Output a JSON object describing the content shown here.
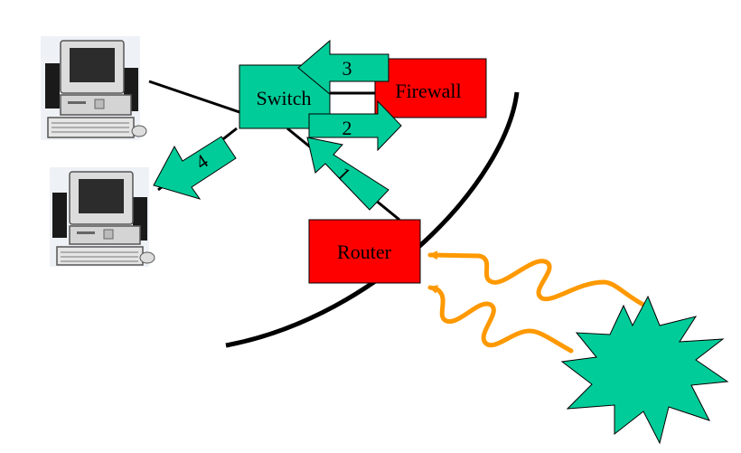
{
  "nodes": {
    "switch": {
      "label": "Switch"
    },
    "firewall": {
      "label": "Firewall"
    },
    "router": {
      "label": "Router"
    }
  },
  "arrows": [
    {
      "label": "1"
    },
    {
      "label": "2"
    },
    {
      "label": "3"
    },
    {
      "label": "4"
    }
  ],
  "colors": {
    "device_fill": "#ff0000",
    "switch_fill": "#00cc99",
    "arrow_fill": "#00cc99",
    "attack_fill": "#00cc99",
    "signal_stroke": "#ff9900",
    "line_stroke": "#000000"
  },
  "icons": [
    "desktop-computer-icon",
    "desktop-computer-icon",
    "explosion-icon"
  ]
}
